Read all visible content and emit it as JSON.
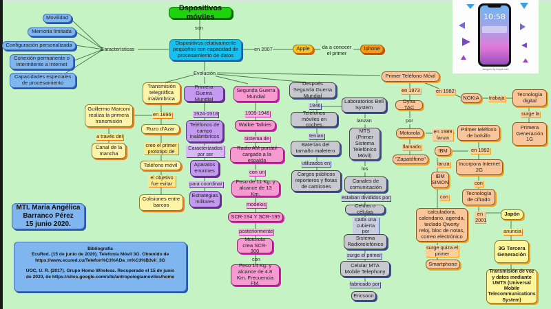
{
  "title": "Dspositivos móviles",
  "root_link": "son",
  "definition": "Dispositivos relativamente pequeños con capacidad de procesamiento de datos",
  "characteristics": {
    "label": "Características",
    "items": [
      "Movilidad",
      "Memoria limitada",
      "Configuración personalizada",
      "Conexión permanente o intermitente a Internet",
      "Capacidades especiales de procesamiento"
    ]
  },
  "apple_branch": {
    "link1": "en 2007",
    "apple": "Apple",
    "link2": "da a conocer el primer",
    "iphone": "Iphone"
  },
  "evolution_label": "Evolución",
  "telegraph": {
    "title": "Transmisión telegráfica inalámbrica",
    "year": "en 1899",
    "marconi": "Guillermo Marconi realiza la primera transmisión",
    "through": "a través del",
    "channel": "Canal de la mancha",
    "inventor": "Ruzo d'Azar",
    "created": "creo el primer prototipo de",
    "phone": "Teléfono móvil",
    "goal": "el objetivo fue evitar",
    "collisions": "Colisiones entre barcos"
  },
  "ww1": {
    "title": "Primera Guerra Mundial",
    "years": "1924-1918",
    "phones": "Teléfonos de campo inalámbricos",
    "characterized": "Caracterizados por ser",
    "devices": "Aparatos enormes",
    "to_coordinate": "para coordinar",
    "strategies": "Estrategias militares"
  },
  "ww2": {
    "title": "Segunda Guerra Mundial",
    "years": "1939-1945",
    "walkie": "Walkie Talkies",
    "system": "sistema de",
    "radio": "Radio AM portátil cargado a la espalda",
    "with": "con un",
    "weight1": "Peso de 11 Kg. y alcance de 13 Km.",
    "models": "modelos",
    "scr": "SCR-194 Y SCR-195",
    "later": "posteriormente",
    "motorola": "Motorola crea SCR-300",
    "with2": "con",
    "weight2": "Peso 14 Kg. y alcance de 4.8 Km. Frecuencia FM."
  },
  "post_war": {
    "title": "Después Segunda Guerra Mundial",
    "year": "1946",
    "car_phones": "Teléfonos móviles en coches",
    "had": "tenían",
    "batteries": "Baterías del tamaño maletero",
    "used_in": "utilizados en",
    "public": "Cargos públicos reporteros y flotas de camiones",
    "bell": "Laboratorios Bell System",
    "launch": "lanzan",
    "mts": "MTS (Primer Sistema Telefónico Móvil)",
    "the": "los",
    "channels": "Canales de comunicación",
    "divided": "estaban divididos por",
    "cells": "Celdas o células",
    "each": "cada una cubierta por",
    "radio_system": "Sistema Radiotelefónico",
    "first": "surge el primer",
    "mta": "Celular MTA Mobile Telephony",
    "made_by": "fabricado por",
    "ericsson": "Ericsoon"
  },
  "first_mobile": {
    "title": "Primer Teléfono Móvil",
    "y1973": "en 1973",
    "dynatac": "Dyna TAC",
    "by": "por",
    "motorola": "Motorola",
    "called": "llamado",
    "zapatofono": "\"Zapatófono\"",
    "y1989": "en 1989 lanza",
    "pocket": "Primer teléfono de bolsillo",
    "y1982": "en 1982",
    "nokia": "NOKIA",
    "works": "trabaja",
    "digital": "Tecnología digital",
    "arises": "surge la",
    "g1": "Primera Generación 1G",
    "ibm": "IBM",
    "y1992": "en 1992",
    "launches": "lanza",
    "internet": "Incorpora Internet 2G",
    "con1": "con",
    "cipher": "Tecnología de cifrado",
    "simon": "IBM SIMON",
    "con2": "con",
    "features": "calculadora, calendario, agenda, teclado Qworty reloj, bloc de notas, correo electrónico",
    "maybe": "surge quiza el primer",
    "smartphone": "Smartphone",
    "y2001": "en 2001",
    "japan": "Japón",
    "announces": "anuncia",
    "g3": "3G Tercera Generación",
    "umts": "Transmisión de voz y datos mediante UMTS (Universal Mobile Telecommunications System)"
  },
  "author": {
    "line1": "MTI. María Angélica",
    "line2": "Barranco Pérez",
    "line3": "15 junio 2020."
  },
  "bibliography": {
    "heading": "Bibliografía",
    "ref1_a": "EcuRed. (15 de junio de 2020). Telefonía Móvil 3G. Obtenido de",
    "ref1_b": "https://www.ecured.cu/Telefon%C3%ADa_m%C3%B3vil_3G",
    "ref2_a": "UOC, U. R. (2017). Grupo Homo Wireless. Recuperado el 15 de junio",
    "ref2_b": "de 2020, de https://sites.google.com/site/antropologiamoviles/home"
  },
  "phone_image": {
    "time": "10:58",
    "credit": "designed by freepik.com"
  },
  "colors": {
    "background": "#c5f3c4",
    "title": "#1ed20c",
    "definition": "#18c0f0",
    "characteristics": "#7fb6f0",
    "telegraph": "#fff3a8",
    "ww1": "#c49af0",
    "ww2": "#f79ad2",
    "post_war": "#c8c8d0",
    "first_mobile": "#fbc59a",
    "apple": "#fdc21a",
    "iphone": "#f79a1a"
  }
}
